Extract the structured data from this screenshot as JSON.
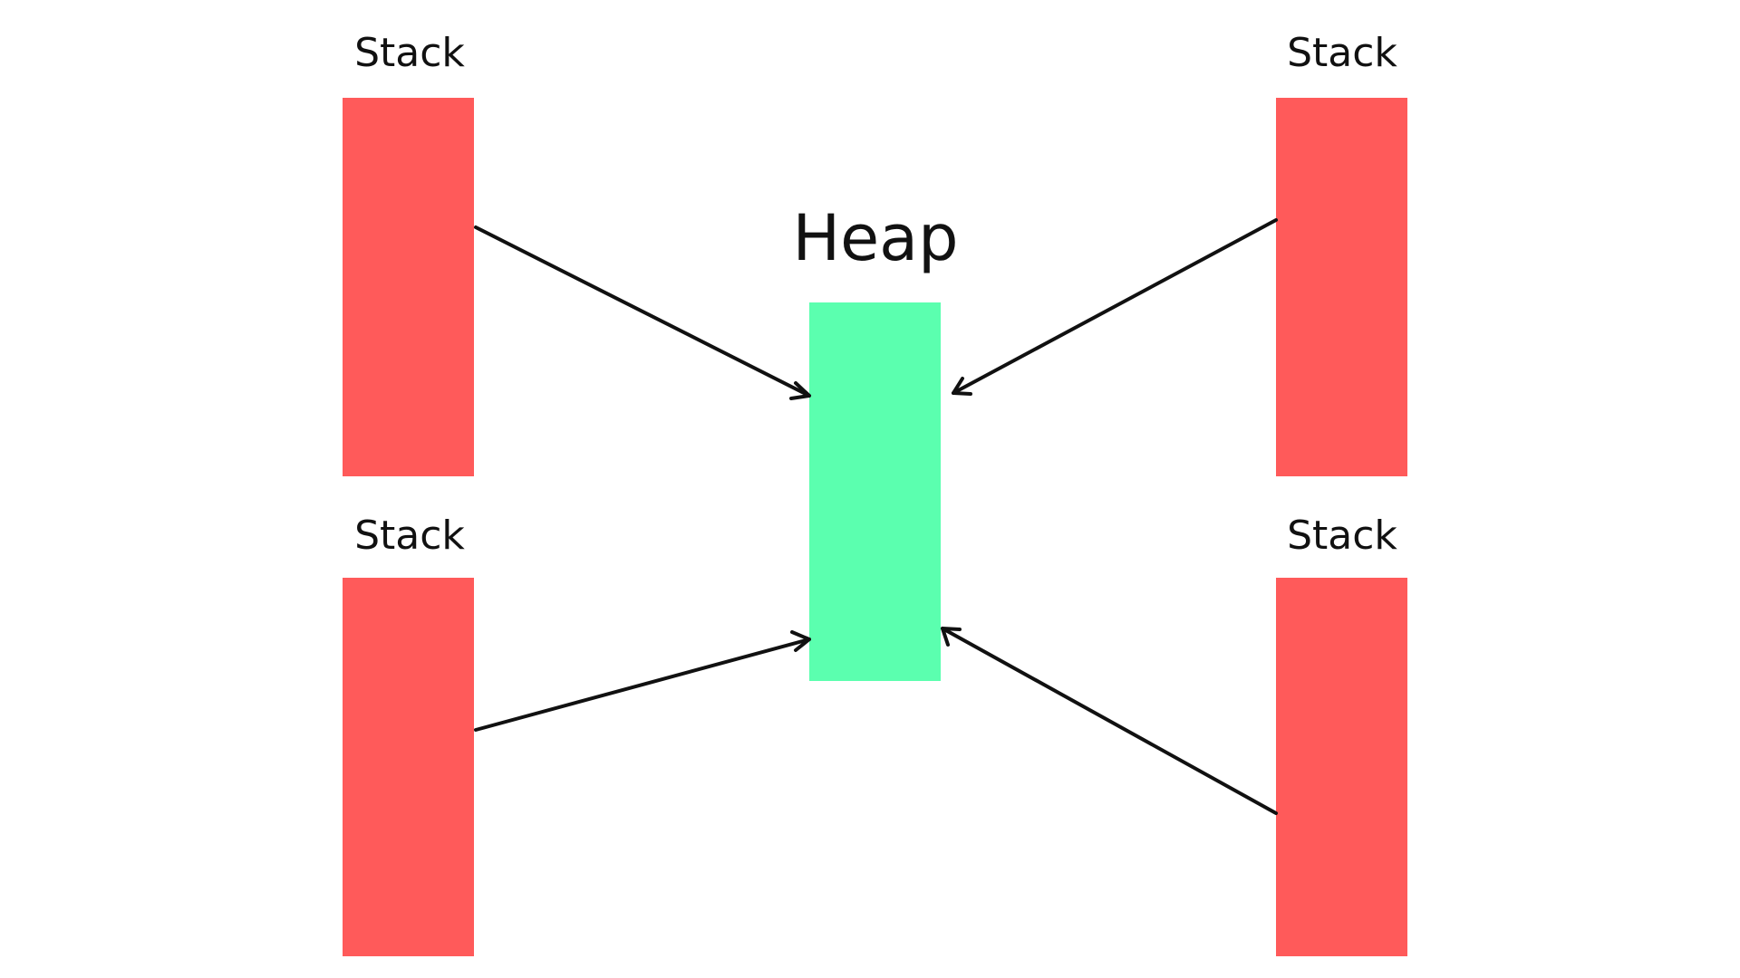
{
  "diagram": {
    "heap": {
      "label": "Heap",
      "color": "#5BFFAF"
    },
    "stacks": [
      {
        "id": "top-left",
        "label": "Stack",
        "color": "#FF5A5A"
      },
      {
        "id": "top-right",
        "label": "Stack",
        "color": "#FF5A5A"
      },
      {
        "id": "bottom-left",
        "label": "Stack",
        "color": "#FF5A5A"
      },
      {
        "id": "bottom-right",
        "label": "Stack",
        "color": "#FF5A5A"
      }
    ],
    "arrows": [
      {
        "from": "top-left",
        "to": "heap"
      },
      {
        "from": "top-right",
        "to": "heap"
      },
      {
        "from": "bottom-left",
        "to": "heap"
      },
      {
        "from": "bottom-right",
        "to": "heap"
      }
    ],
    "arrow_color": "#111111"
  }
}
